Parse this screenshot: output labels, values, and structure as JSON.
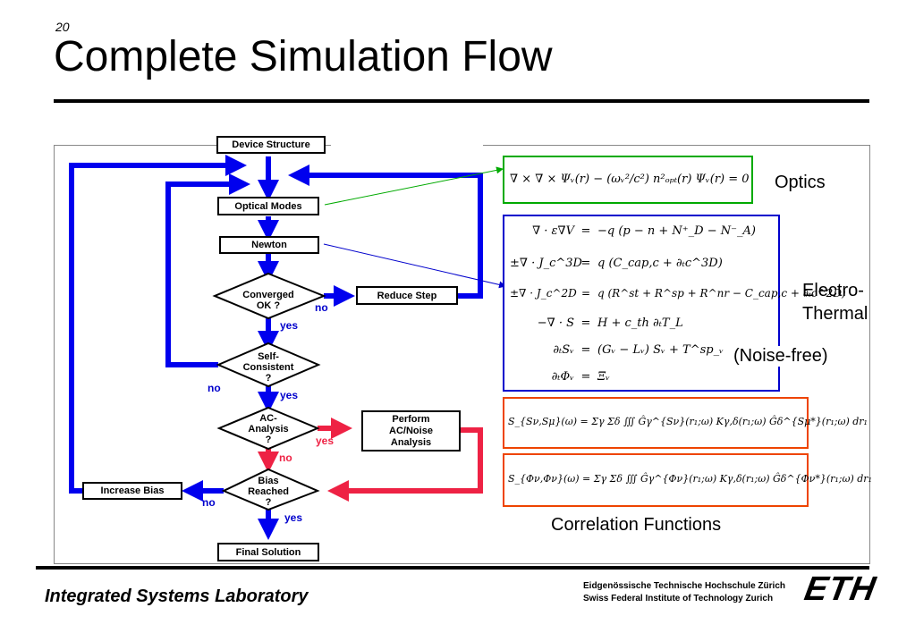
{
  "slide": {
    "number": "20",
    "title": "Complete Simulation Flow",
    "footer_left": "Integrated Systems Laboratory",
    "footer_right_de": "Eidgenössische Technische Hochschule Zürich",
    "footer_right_en": "Swiss Federal Institute of Technology Zurich",
    "logo": "ETH"
  },
  "flow": {
    "device_structure": "Device Structure",
    "optical_modes": "Optical Modes",
    "newton": "Newton",
    "converged_l1": "Converged",
    "converged_l2": "OK ?",
    "reduce_step": "Reduce Step",
    "self_l1": "Self-",
    "self_l2": "Consistent",
    "self_l3": "?",
    "ac_l1": "AC-",
    "ac_l2": "Analysis",
    "ac_l3": "?",
    "perform_l1": "Perform",
    "perform_l2": "AC/Noise",
    "perform_l3": "Analysis",
    "bias_l1": "Bias",
    "bias_l2": "Reached",
    "bias_l3": "?",
    "increase_bias": "Increase Bias",
    "final_solution": "Final Solution",
    "yes": "yes",
    "no": "no"
  },
  "labels": {
    "optics": "Optics",
    "electro": "Electro-",
    "thermal": "Thermal",
    "noise_free": "(Noise-free)",
    "correlation": "Correlation Functions"
  },
  "equations": {
    "optics": "∇ × ∇ × Ψᵥ(r) − (ωᵥ²/c²) n²ₒₚₜ(r) Ψᵥ(r)  =  0",
    "electro": [
      {
        "lhs": "∇ · ε∇V",
        "rhs": "−q (p − n + N⁺_D − N⁻_A)"
      },
      {
        "lhs": "±∇ · J_c^3D",
        "rhs": "q (C_cap,c + ∂ₜc^3D)"
      },
      {
        "lhs": "±∇ · J_c^2D",
        "rhs": "q (R^st + R^sp + R^nr − C_cap,c + ∂ₜc^2D)"
      },
      {
        "lhs": "−∇ · S",
        "rhs": "H + c_th ∂ₜT_L"
      },
      {
        "lhs": "∂ₜSᵥ",
        "rhs": "(Gᵥ − Lᵥ) Sᵥ + T^sp_ᵥ"
      },
      {
        "lhs": "∂ₜΦᵥ",
        "rhs": "Ξᵥ"
      }
    ],
    "corr_s": "S_{Sν,Sμ}(ω)  =  Σγ Σδ ∭ Ĝγ^{Sν}(r₁;ω) Kγ,δ(r₁;ω) Ĝδ^{Sμ*}(r₁;ω) dr₁",
    "corr_phi": "S_{Φν,Φν}(ω)  =  Σγ Σδ ∭ Ĝγ^{Φν}(r₁;ω) Kγ,δ(r₁;ω) Ĝδ^{Φν*}(r₁;ω) dr₁"
  },
  "colors": {
    "flow_blue": "#0000ee",
    "flow_red": "#ee2244",
    "optics_border": "#00aa00",
    "electro_border": "#0000cc",
    "corr_border": "#ee4400"
  }
}
